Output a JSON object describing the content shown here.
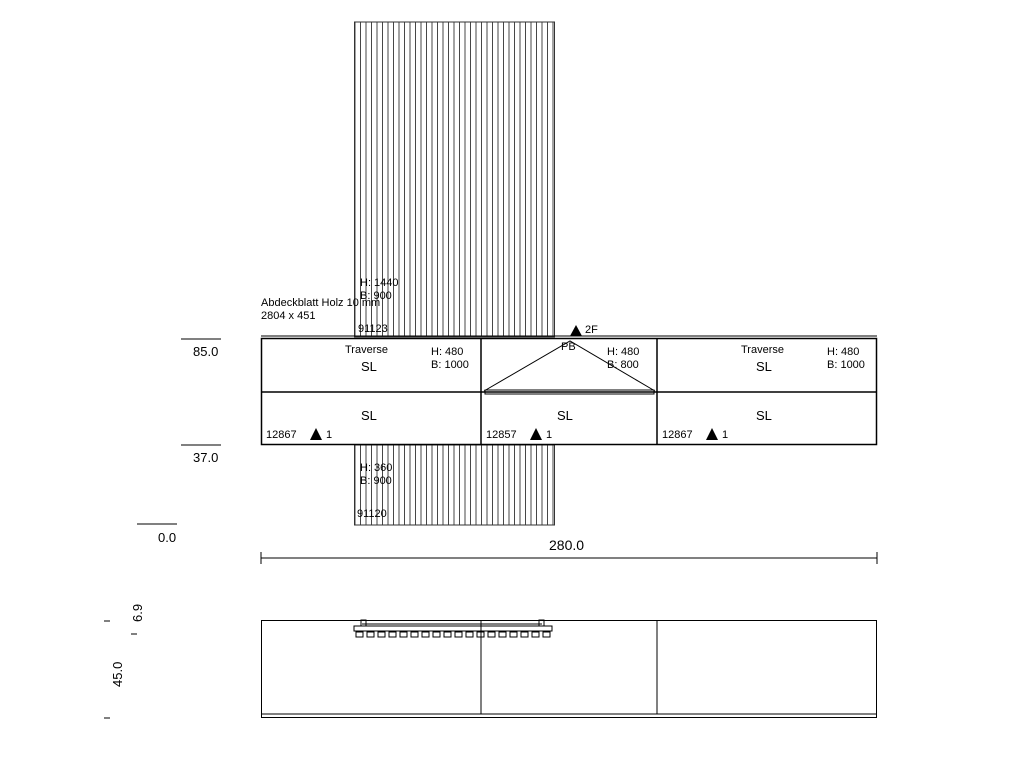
{
  "top_panel": {
    "height": "H: 1440",
    "width": "B: 900",
    "article": "91123"
  },
  "bottom_panel": {
    "height": "H: 360",
    "width": "B: 900",
    "article": "91120"
  },
  "cover": {
    "label": "Abdeckblatt Holz 10 mm",
    "size": "2804 x 451"
  },
  "marker_2f": "2F",
  "modules": [
    {
      "top_title": "Traverse",
      "top_code": "SL",
      "h": "H: 480",
      "b": "B: 1000",
      "bottom_code": "SL",
      "article": "12867",
      "count": "1"
    },
    {
      "top_title": "PB",
      "top_code": "",
      "h": "H: 480",
      "b": "B: 800",
      "bottom_code": "SL",
      "article": "12857",
      "count": "1"
    },
    {
      "top_title": "Traverse",
      "top_code": "SL",
      "h": "H: 480",
      "b": "B: 1000",
      "bottom_code": "SL",
      "article": "12867",
      "count": "1"
    }
  ],
  "dimensions": {
    "level_top": "85.0",
    "level_mid": "37.0",
    "level_zero": "0.0",
    "total_width": "280.0",
    "elev_small": "6.9",
    "elev_height": "45.0"
  }
}
